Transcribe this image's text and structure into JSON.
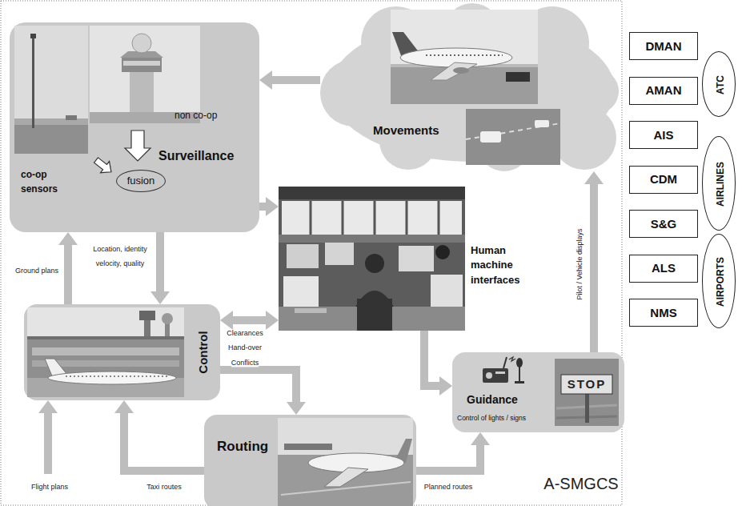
{
  "diagram": {
    "nodes": [
      {
        "text": [
          "Surveillance",
          "non co-op",
          "co-op sensors"
        ]
      },
      {
        "text": [
          "fusion"
        ],
        "in": 0
      },
      {
        "text": [
          "Movements"
        ]
      },
      {
        "text": [
          "Human machine interfaces"
        ]
      },
      {
        "text": [
          "Control"
        ]
      },
      {
        "text": [
          "Routing"
        ]
      },
      {
        "text": [
          "Guidance",
          "Control of lights / signs"
        ]
      },
      {
        "text": [
          "DMAN"
        ]
      },
      {
        "text": [
          "AMAN"
        ]
      },
      {
        "text": [
          "AIS"
        ]
      },
      {
        "text": [
          "CDM"
        ]
      },
      {
        "text": [
          "S&G"
        ]
      },
      {
        "text": [
          "ALS"
        ]
      },
      {
        "text": [
          "NMS"
        ]
      },
      {
        "text": [
          "ATC"
        ]
      },
      {
        "text": [
          "AIRLINES"
        ]
      },
      {
        "text": [
          "AIRPORTS"
        ]
      }
    ],
    "edges": [
      {
        "from": 2,
        "to": 0,
        "arrow": "to"
      },
      {
        "from": 0,
        "to": 3,
        "arrow": "to"
      },
      {
        "from": 0,
        "to": 4,
        "label": "Location, identity velocity, quality",
        "arrow": "to"
      },
      {
        "from": 4,
        "to": 0,
        "label": "Ground plans",
        "arrow": "to"
      },
      {
        "from": 4,
        "to": 3,
        "label": "Clearances Hand-over Conflicts",
        "arrow": "both"
      },
      {
        "from": 4,
        "to": 5,
        "arrow": "to"
      },
      {
        "from": 5,
        "to": 4,
        "label": "Taxi routes",
        "arrow": "to"
      },
      {
        "from": 5,
        "to": 6,
        "label": "Planned routes",
        "arrow": "to"
      },
      {
        "from": 3,
        "to": 6,
        "arrow": "to"
      },
      {
        "from": 6,
        "to": 2,
        "label": "Pilot / Vehicle displays",
        "arrow": "to"
      }
    ],
    "labels": [
      "Flight plans",
      "STOP",
      "A-SMGCS"
    ]
  }
}
